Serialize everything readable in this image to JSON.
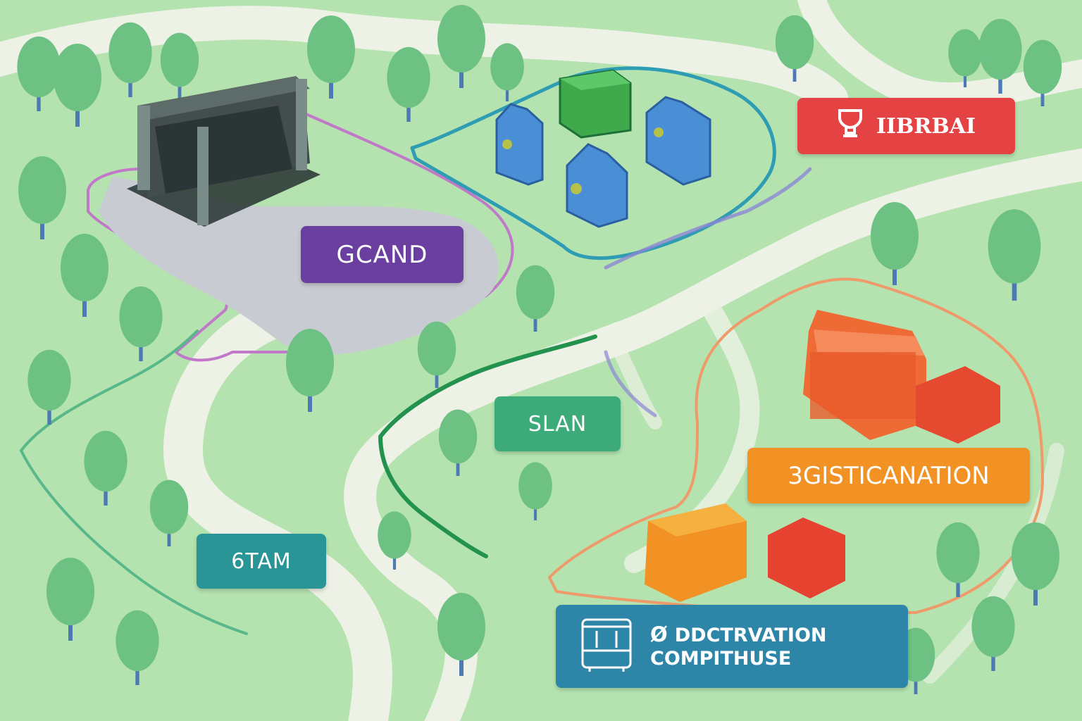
{
  "colors": {
    "grass": "#b4e3b0",
    "path": "#eef1e6",
    "tree": "#6cc183",
    "trunk": "#4d7ab4",
    "purple": "#6b3fa0",
    "green_label": "#3daa79",
    "teal": "#2a9596",
    "red": "#e54243",
    "orange": "#f29124",
    "blue": "#2d86a8"
  },
  "labels": {
    "gcand": "GCAND",
    "slan": "SLAN",
    "6tam": "6TAM",
    "top_right": "IIBRBAI",
    "orange": "3GISTICANATION",
    "blue_line1": "DDCTRVATION",
    "blue_line2": "COMPITHUSE",
    "blue_prefix": "Ø"
  },
  "icons": {
    "top_right": "cup-icon",
    "blue": "bus-icon"
  }
}
